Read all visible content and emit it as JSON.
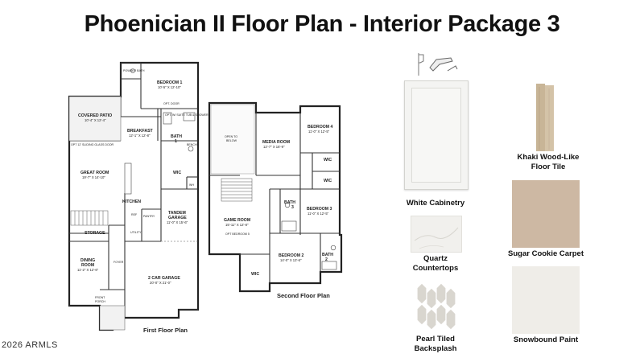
{
  "title": "Phoenician II Floor Plan - Interior Package 3",
  "copyright": "2026 ARMLS",
  "first_floor": {
    "caption": "First Floor Plan",
    "rooms": {
      "powder_bath": "POWDER BATH",
      "bedroom1": "BEDROOM 1",
      "bedroom1_dim": "10'-5\" X 12'-10\"",
      "opt_door": "OPT. DOOR",
      "opt_suite": "OPT. W/ SUITE TUB & SHOWER",
      "covered_patio": "COVERED PATIO",
      "covered_patio_dim": "10'-4\" X 12'-4\"",
      "breakfast": "BREAKFAST",
      "breakfast_dim": "12'-1\" X 12'-8\"",
      "bath1": "BATH",
      "bath1_num": "1",
      "bench": "BENCH",
      "sliding_door": "OPT 12' SLIDING GLASS DOOR",
      "great_room": "GREAT ROOM",
      "great_room_dim": "19'-7\" X 14'-10\"",
      "wic": "WIC",
      "wh": "WH",
      "kitchen": "KITCHEN",
      "ref": "REF",
      "pantry": "PANTRY",
      "tandem_garage": "TANDEM GARAGE",
      "tandem_garage_dim": "11'-0\" X 15'-6\"",
      "storage": "STORAGE",
      "utility": "UTILITY",
      "dining_room": "DINING ROOM",
      "dining_room_dim": "11'-2\" X 12'-6\"",
      "foyer": "FOYER",
      "two_car_garage": "2 CAR GARAGE",
      "two_car_garage_dim": "20'-0\" X 21'-0\"",
      "front_porch": "FRONT PORCH"
    }
  },
  "second_floor": {
    "caption": "Second Floor Plan",
    "rooms": {
      "open_to_below": "OPEN TO BELOW",
      "media_room": "MEDIA ROOM",
      "media_room_dim": "12'-7\" X 16'-9\"",
      "bedroom4": "BEDROOM 4",
      "bedroom4_dim": "11'-0\" X 12'-5\"",
      "wic_a": "WIC",
      "wic_b": "WIC",
      "game_room": "GAME ROOM",
      "game_room_dim": "15'-11\" X 12'-8\"",
      "opt_bedroom5": "OPT BEDROOM 5",
      "bath3": "BATH",
      "bath3_num": "3",
      "bedroom3": "BEDROOM 3",
      "bedroom3_dim": "11'-0\" X 12'-5\"",
      "bedroom2": "BEDROOM 2",
      "bedroom2_dim": "14'-0\" X 13'-6\"",
      "bath2": "BATH",
      "bath2_num": "2",
      "wic_c": "WIC"
    }
  },
  "finishes": [
    {
      "id": "cabinetry",
      "label_lines": [
        "White Cabinetry"
      ],
      "color": "#f4f4f2"
    },
    {
      "id": "floor_tile",
      "label_lines": [
        "Khaki Wood-Like",
        "Floor Tile"
      ],
      "color": "#cbb99c"
    },
    {
      "id": "countertops",
      "label_lines": [
        "Quartz",
        "Countertops"
      ],
      "color": "#f1f0ed"
    },
    {
      "id": "carpet",
      "label_lines": [
        "Sugar Cookie Carpet"
      ],
      "color": "#cdb8a3"
    },
    {
      "id": "backsplash",
      "label_lines": [
        "Pearl Tiled",
        "Backsplash"
      ],
      "color": "#d9d6cf"
    },
    {
      "id": "paint",
      "label_lines": [
        "Snowbound Paint"
      ],
      "color": "#efede8"
    }
  ]
}
